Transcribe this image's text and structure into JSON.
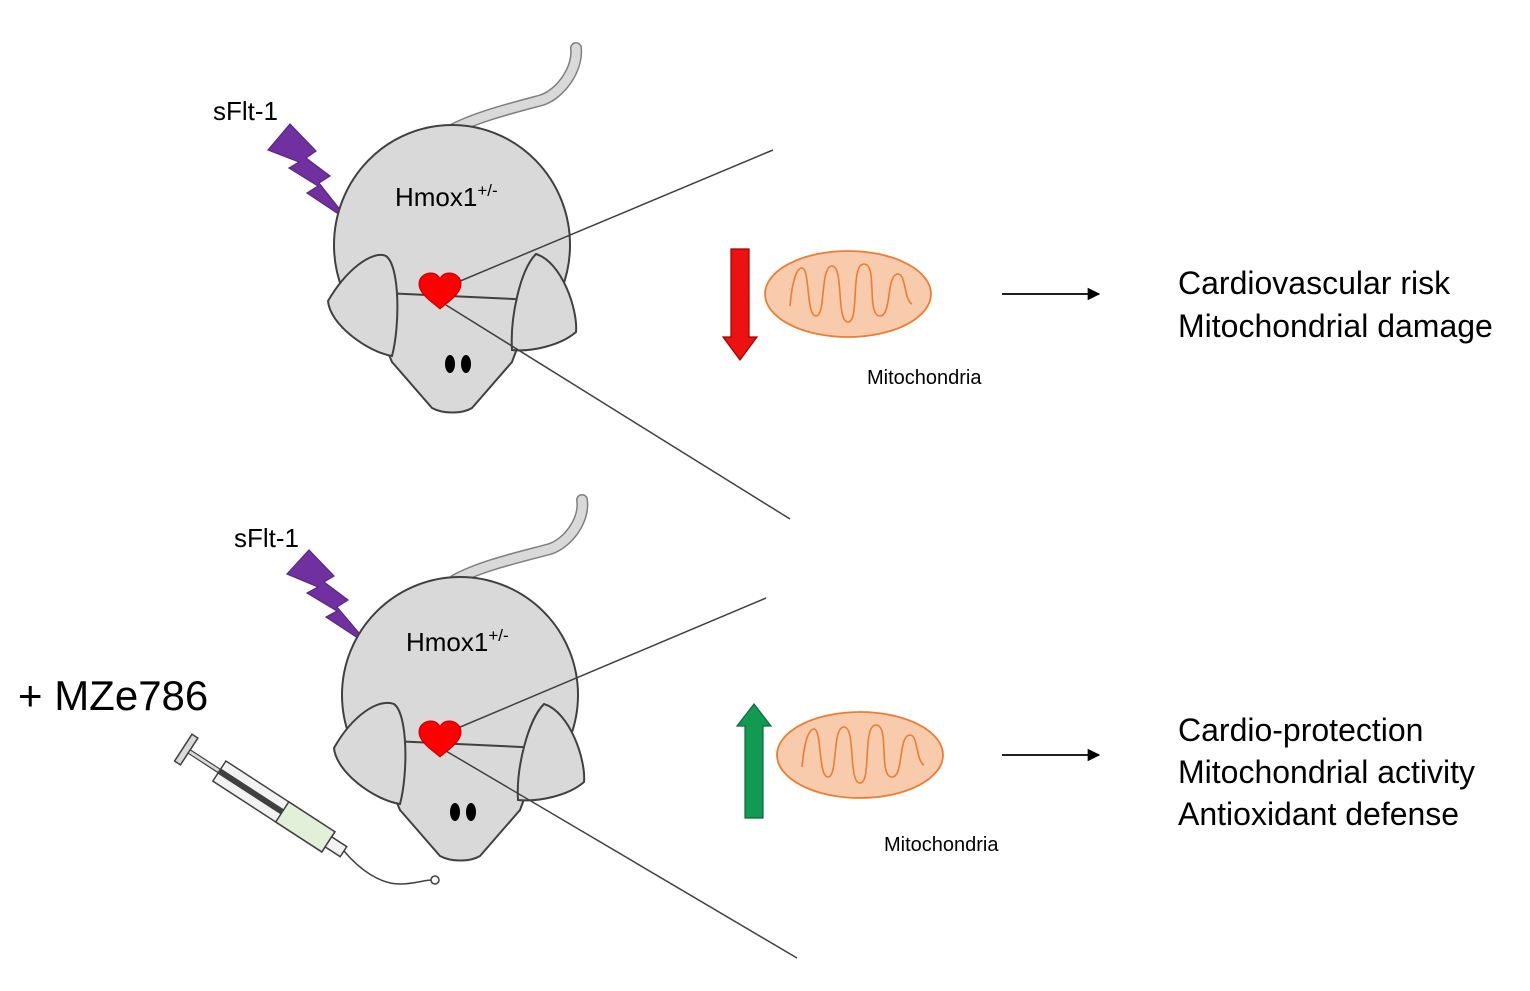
{
  "panels": [
    {
      "stimulus": "sFlt-1",
      "genotype": "Hmox1",
      "genotype_superscript": "+/-",
      "treatment": "",
      "mitochondria_label": "Mitochondria",
      "direction": "down",
      "arrow_color": "#ee1111",
      "outcomes": [
        "Cardiovascular risk",
        "Mitochondrial damage"
      ]
    },
    {
      "stimulus": "sFlt-1",
      "genotype": "Hmox1",
      "genotype_superscript": "+/-",
      "treatment": "+ MZe786",
      "mitochondria_label": "Mitochondria",
      "direction": "up",
      "arrow_color": "#109a52",
      "outcomes": [
        "Cardio-protection",
        "Mitochondrial activity",
        "Antioxidant defense"
      ]
    }
  ],
  "colors": {
    "mouse_body": "#d9d9d9",
    "heart": "#ff0000",
    "lightning": "#7030a0",
    "mitochondria_fill": "#f8cbad",
    "mitochondria_stroke": "#ed7d31",
    "syringe_fluid": "#e2f0d9"
  },
  "icons": [
    "mouse-icon",
    "heart-icon",
    "lightning-icon",
    "mitochondria-icon",
    "syringe-icon",
    "arrow-right-icon"
  ]
}
